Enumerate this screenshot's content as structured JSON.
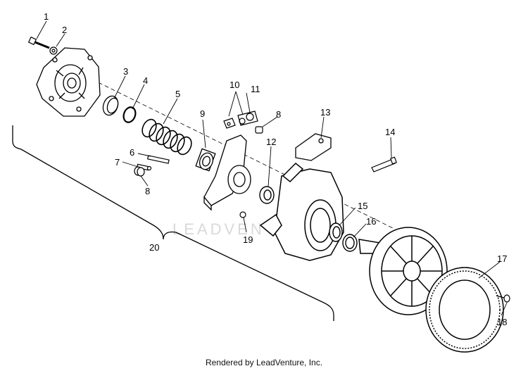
{
  "callouts": {
    "c1": "1",
    "c2": "2",
    "c3": "3",
    "c4": "4",
    "c5": "5",
    "c6": "6",
    "c7": "7",
    "c8a": "8",
    "c8b": "8",
    "c9": "9",
    "c10": "10",
    "c11": "11",
    "c12": "12",
    "c13": "13",
    "c14": "14",
    "c15": "15",
    "c16": "16",
    "c17": "17",
    "c18": "18",
    "c19": "19",
    "c20": "20"
  },
  "watermark": "LEADVENTURE",
  "footer": "Rendered by LeadVenture, Inc."
}
